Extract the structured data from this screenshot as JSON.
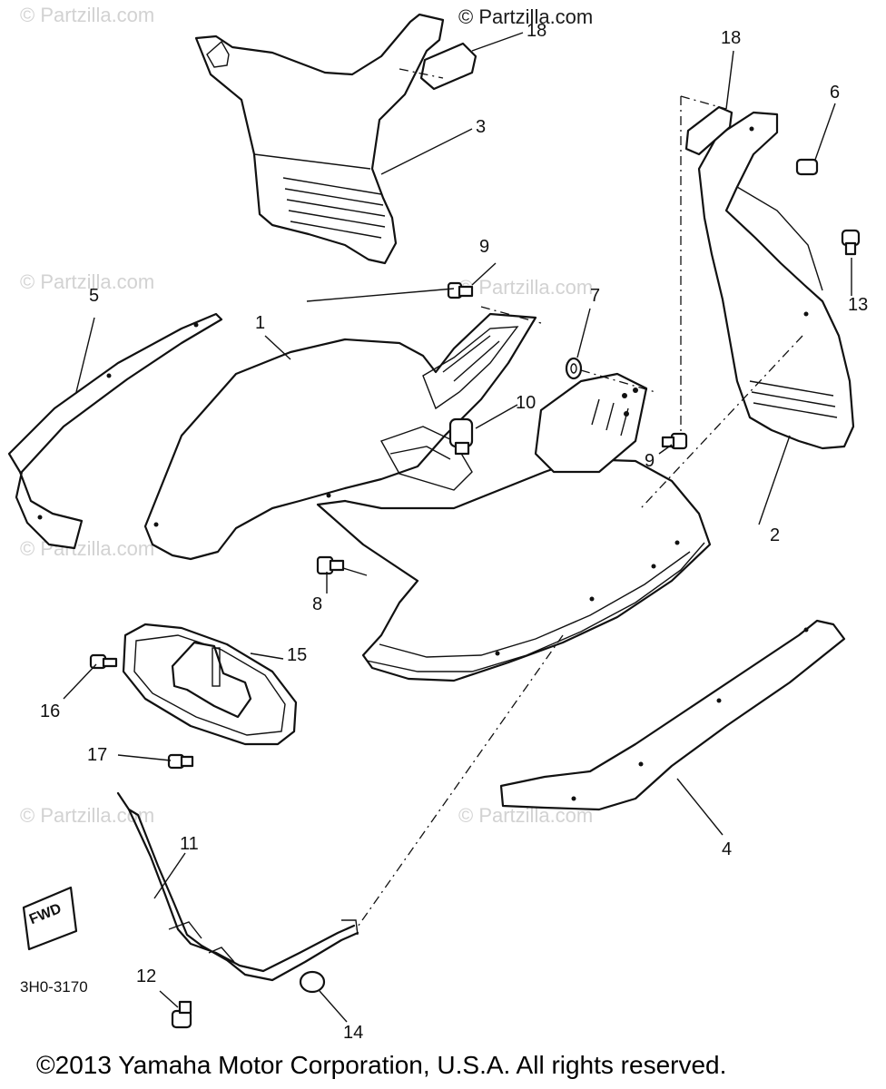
{
  "watermarks": {
    "top_right": "© Partzilla.com",
    "faint": "© Partzilla.com"
  },
  "callouts": {
    "c1": "1",
    "c2": "2",
    "c3": "3",
    "c4": "4",
    "c5": "5",
    "c6": "6",
    "c7": "7",
    "c8": "8",
    "c9a": "9",
    "c9b": "9",
    "c10": "10",
    "c11": "11",
    "c12": "12",
    "c13": "13",
    "c14": "14",
    "c15": "15",
    "c16": "16",
    "c17": "17",
    "c18a": "18",
    "c18b": "18"
  },
  "fwd_label": "FWD",
  "part_code": "3H0-3170",
  "footer": "©2013  Yamaha Motor Corporation, U.S.A. All rights reserved."
}
